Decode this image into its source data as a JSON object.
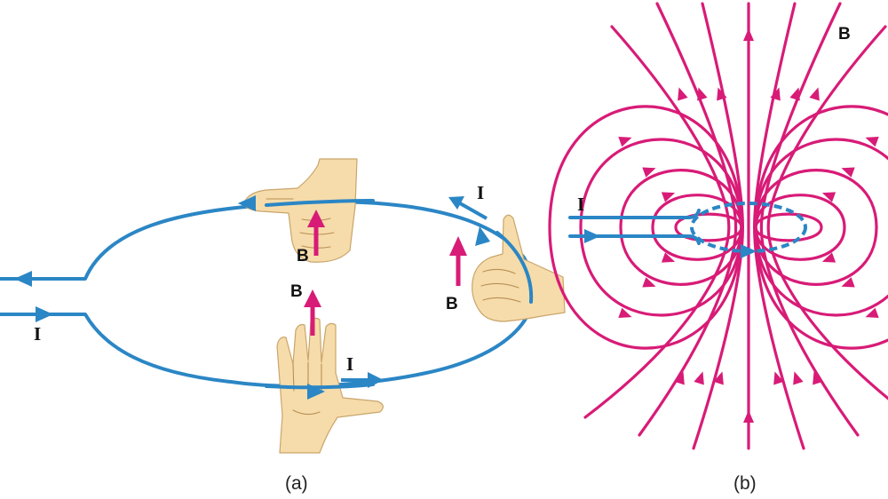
{
  "colors": {
    "current": "#2b86c5",
    "field": "#d81b77",
    "skin": "#f6dcaa",
    "text": "#111111"
  },
  "panel_a": {
    "caption": "(a)",
    "current_label_wire": "I",
    "current_label_right": "I",
    "current_label_bottom": "I",
    "field_label_top": "B",
    "field_label_bottom": "B",
    "field_label_right": "B",
    "hands": [
      "right-hand-top",
      "right-hand-bottom",
      "right-hand-right"
    ]
  },
  "panel_b": {
    "caption": "(b)",
    "current_label": "I",
    "field_label": "B"
  }
}
